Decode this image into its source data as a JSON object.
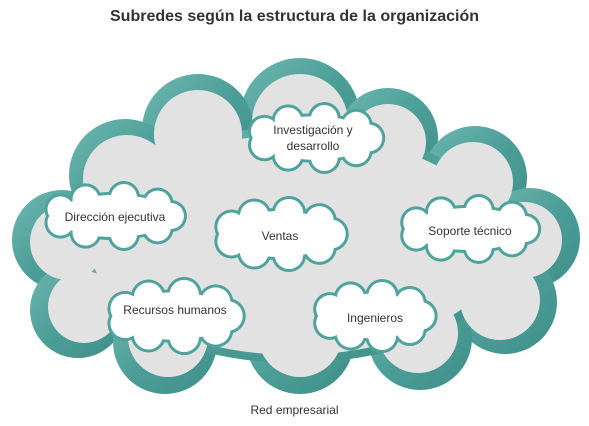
{
  "title": "Subredes según la estructura de la organización",
  "footer_label": "Red empresarial",
  "colors": {
    "cloud_border": "#4fa39c",
    "cloud_fill": "#e2e2e2",
    "sub_fill": "#ffffff",
    "text": "#333333"
  },
  "subnets": {
    "research": "Investigación y desarrollo",
    "executive": "Dirección ejecutiva",
    "sales": "Ventas",
    "support": "Soporte técnico",
    "hr": "Recursos humanos",
    "engineers": "Ingenieros"
  }
}
